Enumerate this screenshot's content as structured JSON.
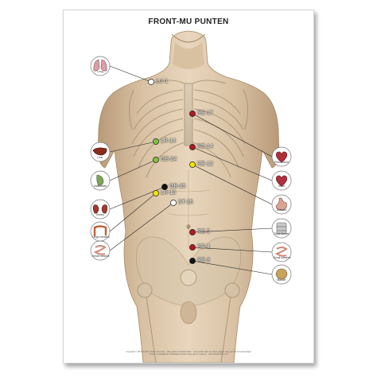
{
  "poster": {
    "title": "FRONT-MU PUNTEN",
    "footer_lines": [
      "Copyright © 3B Scientific GmbH, Germany · Alle rechten voorbehouden · Geen enkel deel van deze uitgave mag worden verveelvoudigd",
      "zonder voorafgaande schriftelijke toestemming van de uitgever · www.3bscientific.com"
    ],
    "colors": {
      "red": "#b01825",
      "green": "#7ec240",
      "yellow": "#f4e200",
      "white": "#ffffff",
      "black": "#111111"
    },
    "points": [
      {
        "label": "LU-1",
        "color": "white"
      },
      {
        "label": "RE-17",
        "color": "red"
      },
      {
        "label": "LR-14",
        "color": "green"
      },
      {
        "label": "RE-14",
        "color": "red"
      },
      {
        "label": "GB-24",
        "color": "green"
      },
      {
        "label": "RE-12",
        "color": "yellow"
      },
      {
        "label": "GB-25",
        "color": "black"
      },
      {
        "label": "LR-13",
        "color": "yellow"
      },
      {
        "label": "ST-25",
        "color": "white"
      },
      {
        "label": "RE-5",
        "color": "red"
      },
      {
        "label": "RE-4",
        "color": "red"
      },
      {
        "label": "RE-3",
        "color": "black"
      }
    ],
    "organs_left": [
      {
        "label": "Lung",
        "icon": "lungs-icon"
      },
      {
        "label": "Liver",
        "icon": "liver-icon"
      },
      {
        "label": "Gallbladder",
        "icon": "gallbladder-icon"
      },
      {
        "label": "Kidney",
        "icon": "kidney-icon"
      },
      {
        "label": "Large Intestine",
        "icon": "large-intestine-icon"
      },
      {
        "label": "Small Intestine",
        "icon": "small-intestine-icon"
      }
    ],
    "organs_right": [
      {
        "label": "Pericardium",
        "icon": "heart-icon"
      },
      {
        "label": "Heart",
        "icon": "heart-icon"
      },
      {
        "label": "Stomach",
        "icon": "stomach-icon"
      },
      {
        "label": "Triple Burner",
        "icon": "triple-burner-icon"
      },
      {
        "label": "Small Intestine",
        "icon": "small-intestine-icon"
      },
      {
        "label": "Bladder",
        "icon": "bladder-icon"
      }
    ]
  }
}
